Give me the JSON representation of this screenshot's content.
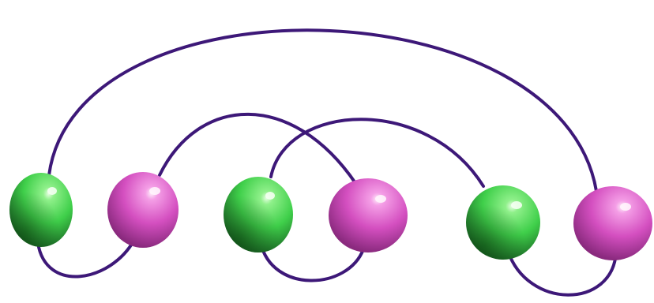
{
  "diagram": {
    "colors": {
      "background": "#ffffff",
      "strand": "#3d1878",
      "green_bead": "#3fcf4a",
      "green_bead_highlight": "#bff7b8",
      "green_bead_shadow": "#1f7a2a",
      "pink_bead": "#d44fc0",
      "pink_bead_highlight": "#fbd0f4",
      "pink_bead_shadow": "#8c2a80"
    },
    "beads": [
      {
        "index": 1,
        "type": "green"
      },
      {
        "index": 2,
        "type": "pink"
      },
      {
        "index": 3,
        "type": "green"
      },
      {
        "index": 4,
        "type": "pink"
      },
      {
        "index": 5,
        "type": "green"
      },
      {
        "index": 6,
        "type": "pink"
      }
    ],
    "bottom_links": [
      [
        1,
        2
      ],
      [
        3,
        4
      ],
      [
        5,
        6
      ]
    ],
    "top_links": [
      [
        1,
        6
      ],
      [
        2,
        4
      ],
      [
        3,
        5
      ]
    ]
  }
}
